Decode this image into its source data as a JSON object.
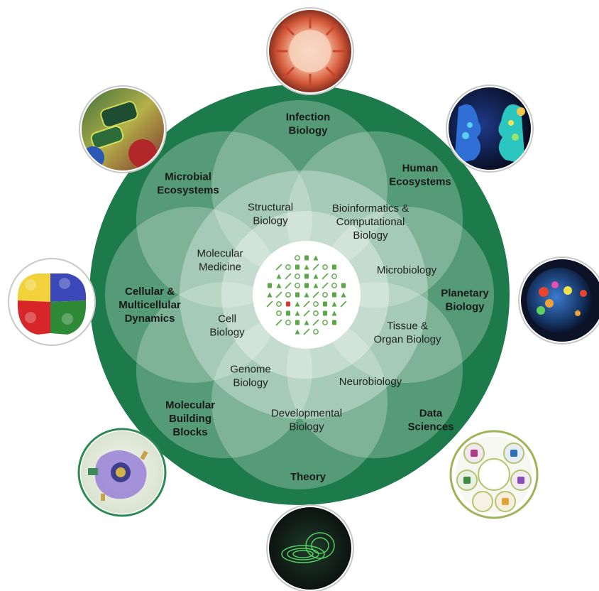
{
  "colors": {
    "outer_ring": "#1d7a4b",
    "petal": "#e8f1ec",
    "center_icons": "#5aa845",
    "accent_red": "#d33a2c"
  },
  "outer_topics": [
    {
      "id": "infection",
      "lines": [
        "Infection",
        "Biology"
      ],
      "image_icon": "virus-image"
    },
    {
      "id": "human",
      "lines": [
        "Human",
        "Ecosystems"
      ],
      "image_icon": "human-faces-image"
    },
    {
      "id": "planetary",
      "lines": [
        "Planetary",
        "Biology"
      ],
      "image_icon": "planet-image"
    },
    {
      "id": "data",
      "lines": [
        "Data",
        "Sciences"
      ],
      "image_icon": "data-network-image"
    },
    {
      "id": "theory",
      "lines": [
        "Theory"
      ],
      "image_icon": "spiral-image"
    },
    {
      "id": "molecular-blocks",
      "lines": [
        "Molecular",
        "Building",
        "Blocks"
      ],
      "image_icon": "cell-image"
    },
    {
      "id": "cellular",
      "lines": [
        "Cellular &",
        "Multicellular",
        "Dynamics"
      ],
      "image_icon": "multicellular-blob-image"
    },
    {
      "id": "microbial",
      "lines": [
        "Microbial",
        "Ecosystems"
      ],
      "image_icon": "microbes-image"
    }
  ],
  "inner_topics": [
    {
      "id": "structural",
      "lines": [
        "Structural",
        "Biology"
      ]
    },
    {
      "id": "bioinformatics",
      "lines": [
        "Bioinformatics &",
        "Computational",
        "Biology"
      ]
    },
    {
      "id": "microbiology",
      "lines": [
        "Microbiology"
      ]
    },
    {
      "id": "tissue",
      "lines": [
        "Tissue &",
        "Organ Biology"
      ]
    },
    {
      "id": "neurobiology",
      "lines": [
        "Neurobiology"
      ]
    },
    {
      "id": "developmental",
      "lines": [
        "Developmental",
        "Biology"
      ]
    },
    {
      "id": "genome",
      "lines": [
        "Genome",
        "Biology"
      ]
    },
    {
      "id": "cell",
      "lines": [
        "Cell",
        "Biology"
      ]
    },
    {
      "id": "molecular-medicine",
      "lines": [
        "Molecular",
        "Medicine"
      ]
    }
  ]
}
